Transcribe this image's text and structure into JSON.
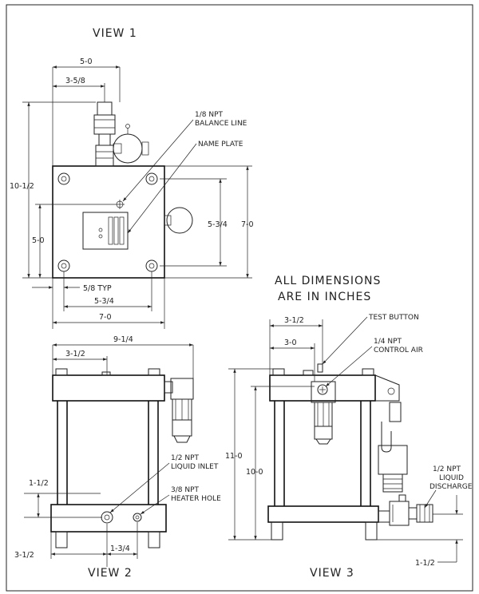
{
  "views": {
    "view1": "VIEW 1",
    "view2": "VIEW 2",
    "view3": "VIEW 3"
  },
  "notes": {
    "all_dims_line1": "ALL DIMENSIONS",
    "all_dims_line2": "ARE IN INCHES",
    "balance_line_1": "1/8 NPT",
    "balance_line_2": "BALANCE LINE",
    "name_plate": "NAME PLATE",
    "test_button": "TEST BUTTON",
    "control_air_1": "1/4 NPT",
    "control_air_2": "CONTROL AIR",
    "liquid_inlet_1": "1/2 NPT",
    "liquid_inlet_2": "LIQUID INLET",
    "heater_hole_1": "3/8 NPT",
    "heater_hole_2": "HEATER HOLE",
    "liquid_discharge_1": "1/2  NPT",
    "liquid_discharge_2": "LIQUID",
    "liquid_discharge_3": "DISCHARGE"
  },
  "dimensions": {
    "v1_top_5_0": "5-0",
    "v1_top_3_5_8": "3-5/8",
    "v1_left_10_1_2": "10-1/2",
    "v1_left_5_0": "5-0",
    "v1_right_5_3_4": "5-3/4",
    "v1_right_7_0": "7-0",
    "v1_5_8_typ": "5/8 TYP",
    "v1_bot_5_3_4": "5-3/4",
    "v1_bot_7_0": "7-0",
    "v2_9_1_4": "9-1/4",
    "v2_3_1_2_top": "3-1/2",
    "v2_1_1_2": "1-1/2",
    "v2_3_1_2_bot": "3-1/2",
    "v2_1_3_4": "1-3/4",
    "v3_3_1_2": "3-1/2",
    "v3_3_0": "3-0",
    "v3_11_0": "11-0",
    "v3_10_0": "10-0",
    "v3_1_1_2": "1-1/2"
  }
}
